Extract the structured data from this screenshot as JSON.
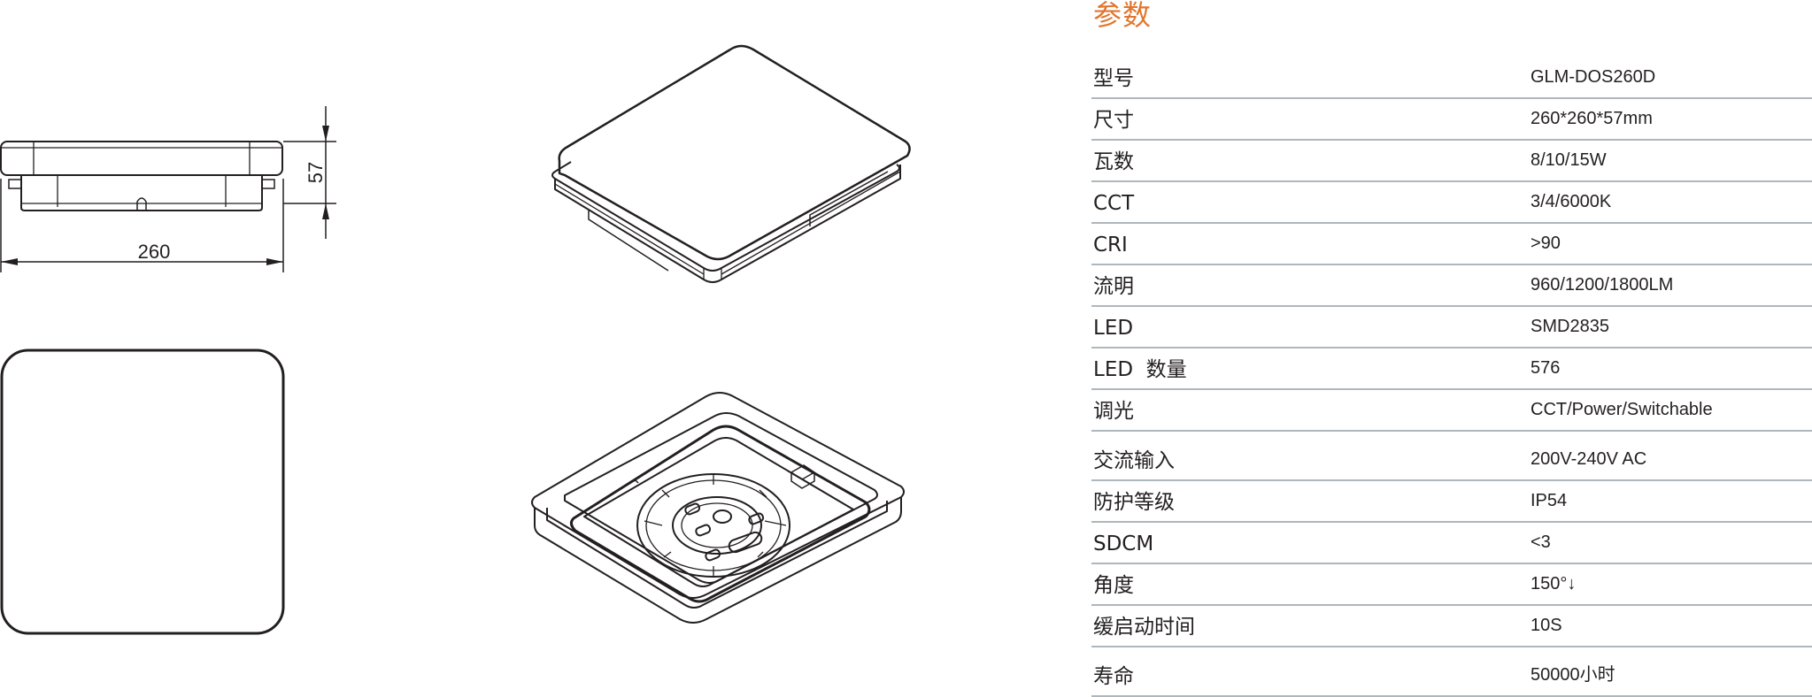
{
  "dimensions": {
    "width_label": "260",
    "height_label": "57"
  },
  "spec": {
    "title": "参数",
    "rows": [
      {
        "label": "型号",
        "value": "GLM-DOS260D"
      },
      {
        "label": "尺寸",
        "value": "260*260*57mm"
      },
      {
        "label": "瓦数",
        "value": "8/10/15W"
      },
      {
        "label": "CCT",
        "value": "3/4/6000K"
      },
      {
        "label": "CRI",
        "value": ">90"
      },
      {
        "label": "流明",
        "value": "960/1200/1800LM"
      },
      {
        "label": "LED",
        "value": "SMD2835"
      },
      {
        "label": "LED  数量",
        "value": "576"
      },
      {
        "label": "调光",
        "value": "CCT/Power/Switchable"
      },
      {
        "label": "交流输入",
        "value": "200V-240V AC"
      },
      {
        "label": "防护等级",
        "value": "IP54"
      },
      {
        "label": "SDCM",
        "value": "<3"
      },
      {
        "label": "角度",
        "value": "150°↓"
      },
      {
        "label": "缓启动时间",
        "value": "10S"
      },
      {
        "label": "寿命",
        "value": "50000小时"
      }
    ]
  }
}
